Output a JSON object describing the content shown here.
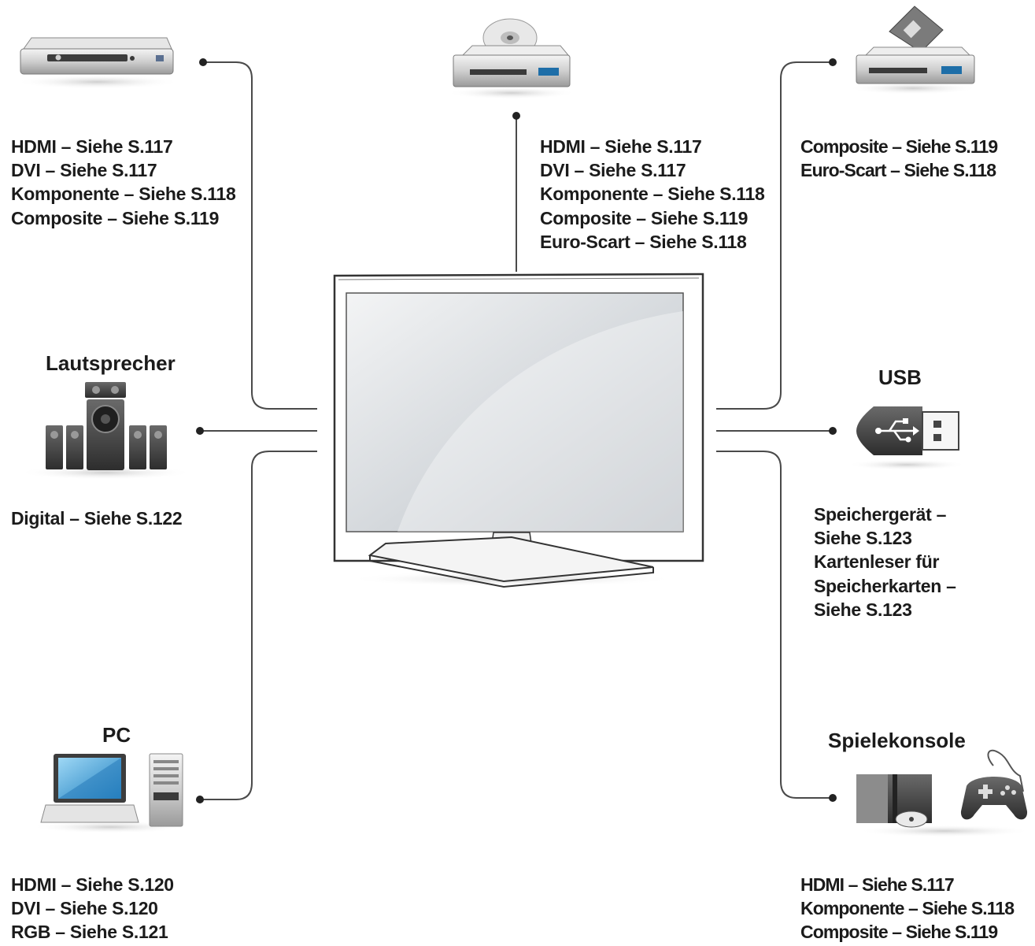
{
  "devices": {
    "dvd_player": {
      "icon": "dvd-player-icon",
      "lines": [
        "HDMI – Siehe S.117",
        "DVI – Siehe S.117",
        "Komponente – Siehe S.118",
        "Composite – Siehe S.119"
      ]
    },
    "disc_player": {
      "icon": "disc-player-icon",
      "lines": [
        "HDMI – Siehe S.117",
        "DVI – Siehe S.117",
        "Komponente – Siehe S.118",
        "Composite – Siehe S.119",
        "Euro-Scart – Siehe S.118"
      ]
    },
    "vcr": {
      "icon": "vcr-icon",
      "lines": [
        "Composite – Siehe S.119",
        "Euro-Scart – Siehe S.118"
      ]
    },
    "speakers": {
      "title": "Lautsprecher",
      "icon": "speaker-system-icon",
      "lines": [
        "Digital – Siehe S.122"
      ]
    },
    "usb": {
      "title": "USB",
      "icon": "usb-stick-icon",
      "lines": [
        "Speichergerät –",
        "Siehe S.123",
        "Kartenleser für",
        "Speicherkarten –",
        "Siehe S.123"
      ]
    },
    "pc": {
      "title": "PC",
      "icon": "pc-icon",
      "lines": [
        "HDMI – Siehe S.120",
        "DVI – Siehe S.120",
        "RGB – Siehe S.121"
      ]
    },
    "console": {
      "title": "Spielekonsole",
      "icon": "game-console-icon",
      "lines": [
        "HDMI – Siehe S.117",
        "Komponente – Siehe S.118",
        "Composite – Siehe S.119"
      ]
    }
  },
  "colors": {
    "line": "#4a4a4a",
    "text": "#1b1b1b",
    "screen": "#c9ced3"
  }
}
